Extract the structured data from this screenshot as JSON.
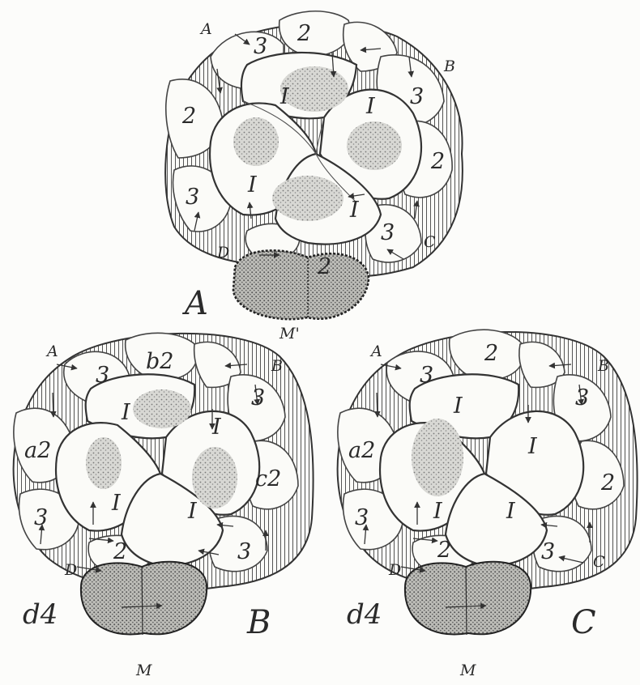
{
  "figure": {
    "panels": [
      {
        "id": "A",
        "panel_label": "A",
        "quadrant_labels": [
          "A",
          "B",
          "C",
          "D"
        ],
        "micromere_label": "M'",
        "cell_labels": [
          "3",
          "2",
          "I",
          "I",
          "2",
          "3",
          "I",
          "I",
          "2",
          "3",
          "3",
          "2"
        ]
      },
      {
        "id": "B",
        "panel_label": "B",
        "quadrant_labels": [
          "A",
          "B",
          "D"
        ],
        "micromere_label": "M",
        "macromere_label": "d4",
        "cell_labels": [
          "3",
          "b2",
          "I",
          "I",
          "a2",
          "3",
          "I",
          "I",
          "c2",
          "3",
          "2",
          "3"
        ]
      },
      {
        "id": "C",
        "panel_label": "C",
        "quadrant_labels": [
          "A",
          "B",
          "C",
          "D"
        ],
        "micromere_label": "M",
        "macromere_label": "d4",
        "cell_labels": [
          "3",
          "2",
          "3",
          "I",
          "I",
          "a2",
          "3",
          "I",
          "I",
          "2",
          "2",
          "3"
        ]
      }
    ]
  }
}
